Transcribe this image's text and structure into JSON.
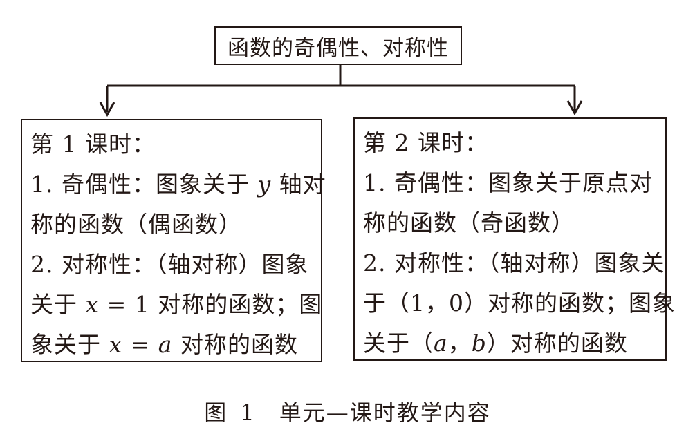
{
  "root": {
    "title": "函数的奇偶性、对称性"
  },
  "left": {
    "lines": [
      "第 1 课时：",
      "1. 奇偶性：图象关于 ",
      "称的函数（偶函数）",
      "2. 对称性：（轴对称）图象",
      "关于 ",
      "象关于 "
    ],
    "line2_var": "y",
    "line2_rest": " 轴对",
    "line5_math": "x",
    "line5_rest": " = 1 对称的函数；图",
    "line6_math": "x",
    "line6_mid": " = ",
    "line6_math2": "a",
    "line6_rest": " 对称的函数"
  },
  "right": {
    "lines": [
      "第 2 课时：",
      "1. 奇偶性：图象关于原点对",
      "称的函数（奇函数）",
      "2. 对称性：（轴对称）图象关",
      "于（1，0）对称的函数；图象",
      "关于（"
    ],
    "line6_a": "a",
    "line6_comma": "，",
    "line6_b": "b",
    "line6_rest": "）对称的函数"
  },
  "caption": {
    "label": "图 1",
    "text": "单元—课时教学内容"
  }
}
